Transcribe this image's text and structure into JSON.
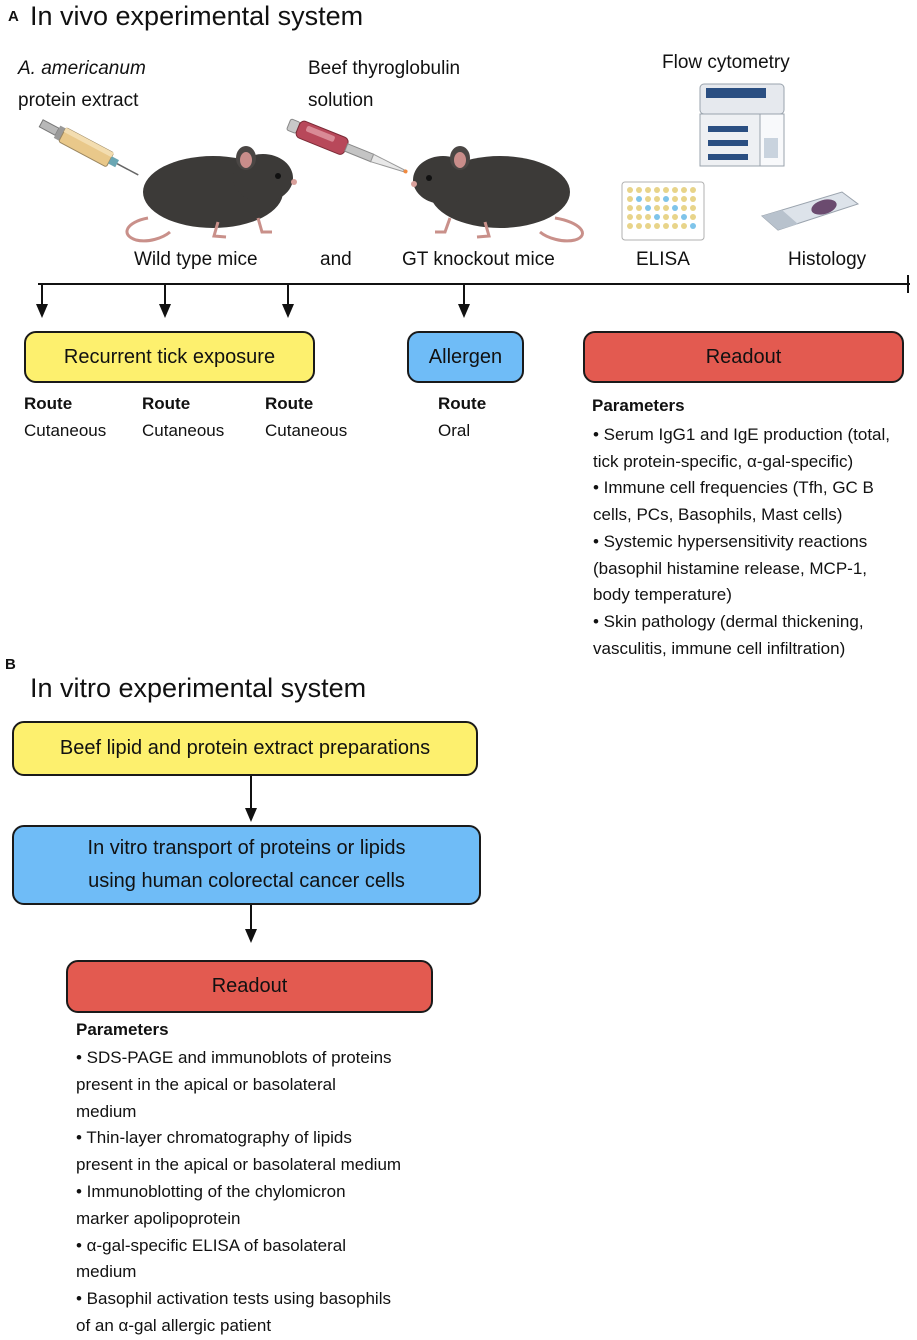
{
  "panelA": {
    "letter": "A",
    "title": "In vivo experimental system",
    "extract_line1": "A. americanum",
    "extract_line2": "protein extract",
    "thyro_line1": "Beef thyroglobulin",
    "thyro_line2": "solution",
    "flow": "Flow cytometry",
    "wild": "Wild type mice",
    "and": "and",
    "gt": "GT knockout mice",
    "elisa": "ELISA",
    "histology": "Histology",
    "tick_box": "Recurrent tick exposure",
    "allergen_box": "Allergen",
    "readout_box": "Readout",
    "routes": [
      {
        "label": "Route",
        "value": "Cutaneous"
      },
      {
        "label": "Route",
        "value": "Cutaneous"
      },
      {
        "label": "Route",
        "value": "Cutaneous"
      },
      {
        "label": "Route",
        "value": "Oral"
      }
    ],
    "parameters_label": "Parameters",
    "parameters": [
      "• Serum IgG1 and IgE production (total,",
      "tick protein-specific, α-gal-specific)",
      "• Immune cell frequencies (Tfh, GC B",
      "cells, PCs, Basophils, Mast cells)",
      "• Systemic hypersensitivity reactions",
      "(basophil histamine release, MCP-1,",
      "body temperature)",
      "• Skin pathology (dermal thickening,",
      "vasculitis, immune cell infiltration)"
    ]
  },
  "panelB": {
    "letter": "B",
    "title": "In vitro experimental system",
    "beef_box": "Beef lipid and protein extract preparations",
    "transport_line1": "In vitro transport of proteins or lipids",
    "transport_line2": "using human colorectal cancer cells",
    "readout_box": "Readout",
    "parameters_label": "Parameters",
    "parameters": [
      "• SDS-PAGE and immunoblots of proteins",
      "present in the apical or basolateral",
      "medium",
      "• Thin-layer chromatography of lipids",
      "present in the apical or basolateral medium",
      "• Immunoblotting of the chylomicron",
      "marker apolipoprotein",
      "•  α-gal-specific ELISA of basolateral",
      "medium",
      "•  Basophil activation tests using basophils",
      "of an α-gal allergic patient"
    ]
  },
  "colors": {
    "yellow": "#fdf06e",
    "blue": "#6fbcf7",
    "red": "#e35a50",
    "mouse": "#3c3a38"
  },
  "icons": [
    "syringe-icon",
    "pipette-icon",
    "mouse-icon",
    "flow-cytometer-icon",
    "elisa-plate-icon",
    "histology-slide-icon"
  ]
}
